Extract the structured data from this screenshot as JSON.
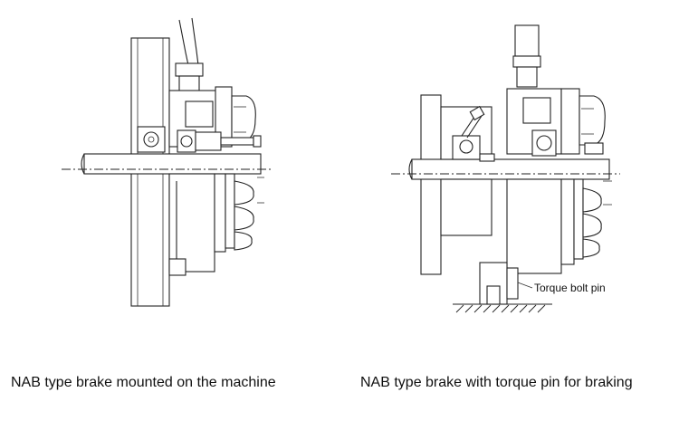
{
  "figures": [
    {
      "caption": "NAB type brake mounted on the machine"
    },
    {
      "caption": "NAB type brake with torque pin for braking",
      "callout": "Torque bolt pin"
    }
  ]
}
